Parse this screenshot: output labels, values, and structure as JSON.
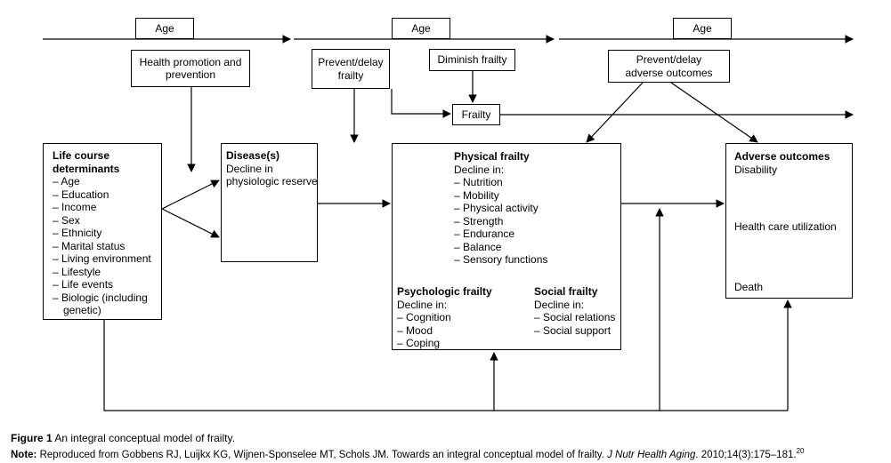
{
  "age_labels": [
    "Age",
    "Age",
    "Age"
  ],
  "health_promotion": "Health promotion and prevention",
  "prevent_delay_frailty": "Prevent/delay frailty",
  "diminish_frailty": "Diminish frailty",
  "prevent_delay_adverse": "Prevent/delay adverse outcomes",
  "frailty": "Frailty",
  "life_course": {
    "title": "Life course determinants",
    "items": [
      "Age",
      "Education",
      "Income",
      "Sex",
      "Ethnicity",
      "Marital status",
      "Living environment",
      "Lifestyle",
      "Life events",
      "Biologic (including genetic)"
    ]
  },
  "disease": {
    "title": "Disease(s)",
    "body": "Decline in physiologic reserve"
  },
  "physical_frailty": {
    "title": "Physical frailty",
    "subtitle": "Decline in:",
    "items": [
      "Nutrition",
      "Mobility",
      "Physical activity",
      "Strength",
      "Endurance",
      "Balance",
      "Sensory functions"
    ]
  },
  "psychologic_frailty": {
    "title": "Psychologic frailty",
    "subtitle": "Decline in:",
    "items": [
      "Cognition",
      "Mood",
      "Coping"
    ]
  },
  "social_frailty": {
    "title": "Social frailty",
    "subtitle": "Decline in:",
    "items": [
      "Social relations",
      "Social support"
    ]
  },
  "adverse_outcomes": {
    "title": "Adverse outcomes",
    "items": [
      "Disability",
      "Health care utilization",
      "Death"
    ]
  },
  "caption": {
    "figure_label": "Figure 1",
    "figure_text": "An integral conceptual model of frailty.",
    "note_label": "Note:",
    "note_text": "Reproduced from Gobbens RJ, Luijkx KG, Wijnen-Sponselee MT, Schols JM. Towards an integral conceptual model of frailty.",
    "journal": "J Nutr Health Aging",
    "citation": ". 2010;14(3):175–181.",
    "superscript": "20"
  }
}
